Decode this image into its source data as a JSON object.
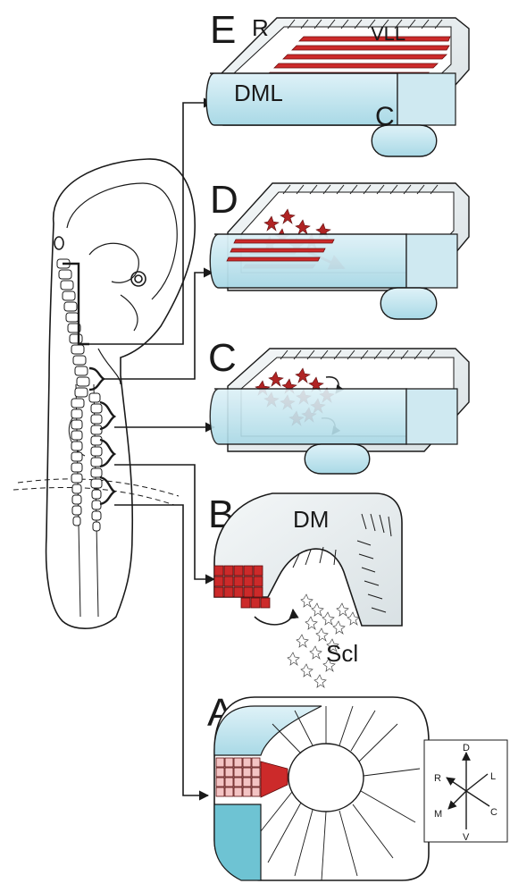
{
  "panels": {
    "E": {
      "letter": "E",
      "labels": {
        "rostral": "R",
        "vll": "VLL",
        "dml": "DML",
        "caudal": "C"
      }
    },
    "D": {
      "letter": "D"
    },
    "C": {
      "letter": "C"
    },
    "B": {
      "letter": "B",
      "labels": {
        "dermomyotome": "DM",
        "sclerotome": "Scl"
      }
    },
    "A": {
      "letter": "A"
    }
  },
  "axes_legend": {
    "dorsal": "D",
    "ventral": "V",
    "rostral": "R",
    "caudal": "C",
    "lateral": "L",
    "medial": "M"
  },
  "colors": {
    "blue_surface": "#bfe3ee",
    "blue_dark": "#7fc9d8",
    "muscle_red": "#cc2a2a",
    "outline": "#1a1a1a"
  }
}
